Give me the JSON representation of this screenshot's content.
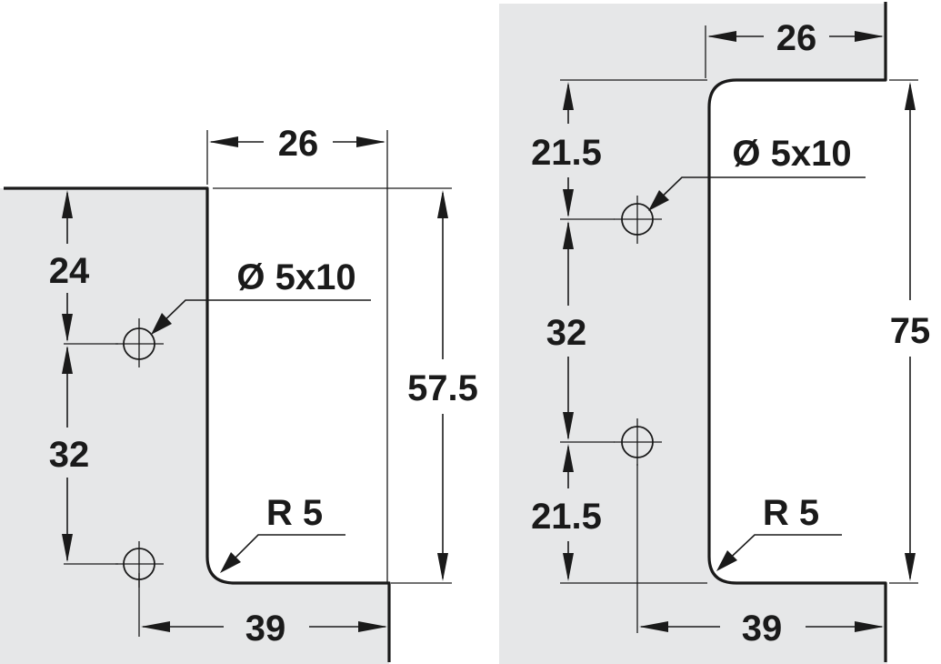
{
  "colors": {
    "panel": "#e6e7e8",
    "line": "#1a1a1a",
    "background": "#ffffff"
  },
  "left_view": {
    "width_top": "26",
    "height_top": "24",
    "hole_spacing": "32",
    "overall_height": "57.5",
    "bottom_width": "39",
    "hole_note": "Ø 5x10",
    "radius_note": "R 5"
  },
  "right_view": {
    "width_top": "26",
    "height_top": "21.5",
    "hole_spacing": "32",
    "height_bottom": "21.5",
    "overall_height": "75",
    "bottom_width": "39",
    "hole_note": "Ø 5x10",
    "radius_note": "R 5"
  }
}
